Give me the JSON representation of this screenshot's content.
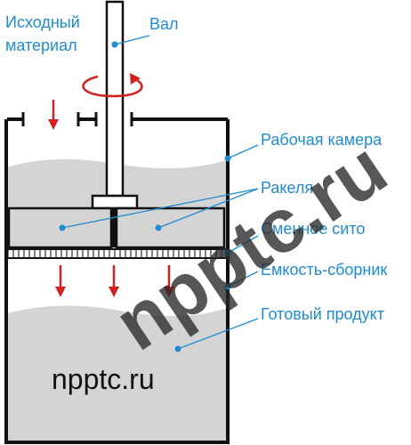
{
  "labels": {
    "input_material": [
      "Исходный",
      "материал"
    ],
    "shaft": "Вал",
    "working_chamber": "Рабочая камера",
    "blades": "Ракеля",
    "replaceable_sieve": "Сменное сито",
    "collector": "Емкость-сборник",
    "finished_product": "Готовый продукт"
  },
  "site_text": "npptc.ru",
  "watermark": "npptc.ru",
  "colors": {
    "label": "#1f8ccf",
    "arrow": "#d32020",
    "outline": "#111111",
    "fill": "#d4d4d4"
  },
  "icons": [
    "rotation-arrow-icon",
    "down-arrow-icon"
  ]
}
